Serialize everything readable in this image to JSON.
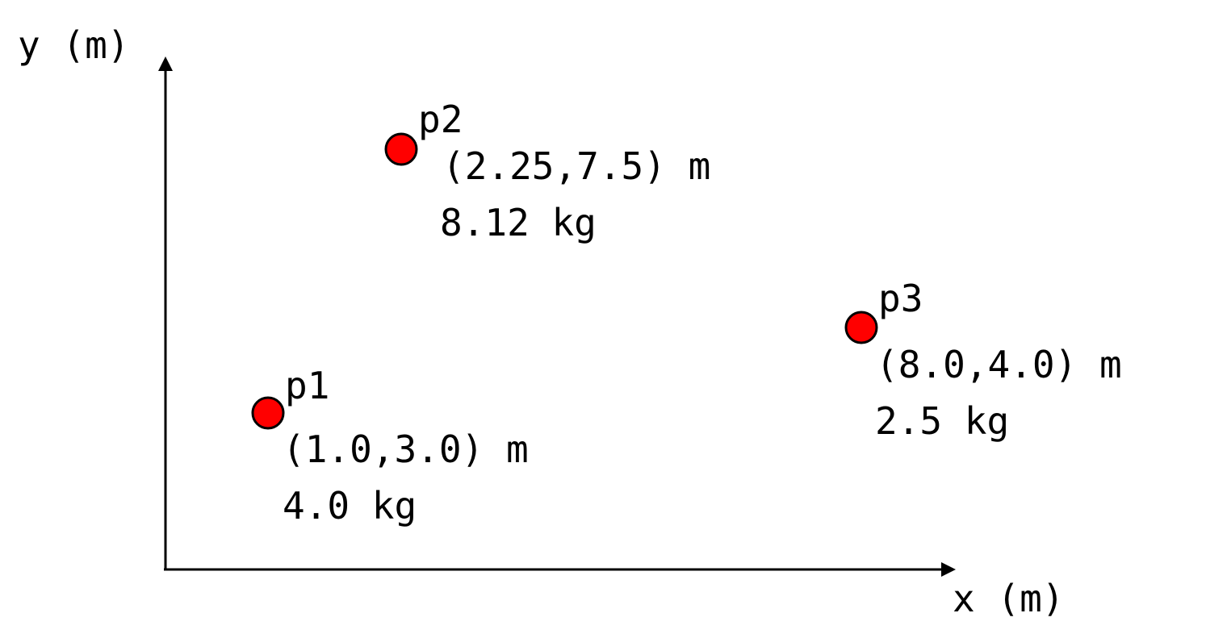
{
  "axes": {
    "x_label": "x (m)",
    "y_label": "y (m)"
  },
  "colors": {
    "axis": "#000000",
    "point_fill": "#ff0000",
    "point_stroke": "#000000",
    "text": "#000000"
  },
  "points": [
    {
      "name": "p1",
      "coords": "(1.0,3.0) m",
      "mass": "4.0 kg",
      "x": 1.0,
      "y": 3.0,
      "mass_kg": 4.0
    },
    {
      "name": "p2",
      "coords": "(2.25,7.5) m",
      "mass": "8.12 kg",
      "x": 2.25,
      "y": 7.5,
      "mass_kg": 8.12
    },
    {
      "name": "p3",
      "coords": "(8.0,4.0) m",
      "mass": "2.5 kg",
      "x": 8.0,
      "y": 4.0,
      "mass_kg": 2.5
    }
  ]
}
